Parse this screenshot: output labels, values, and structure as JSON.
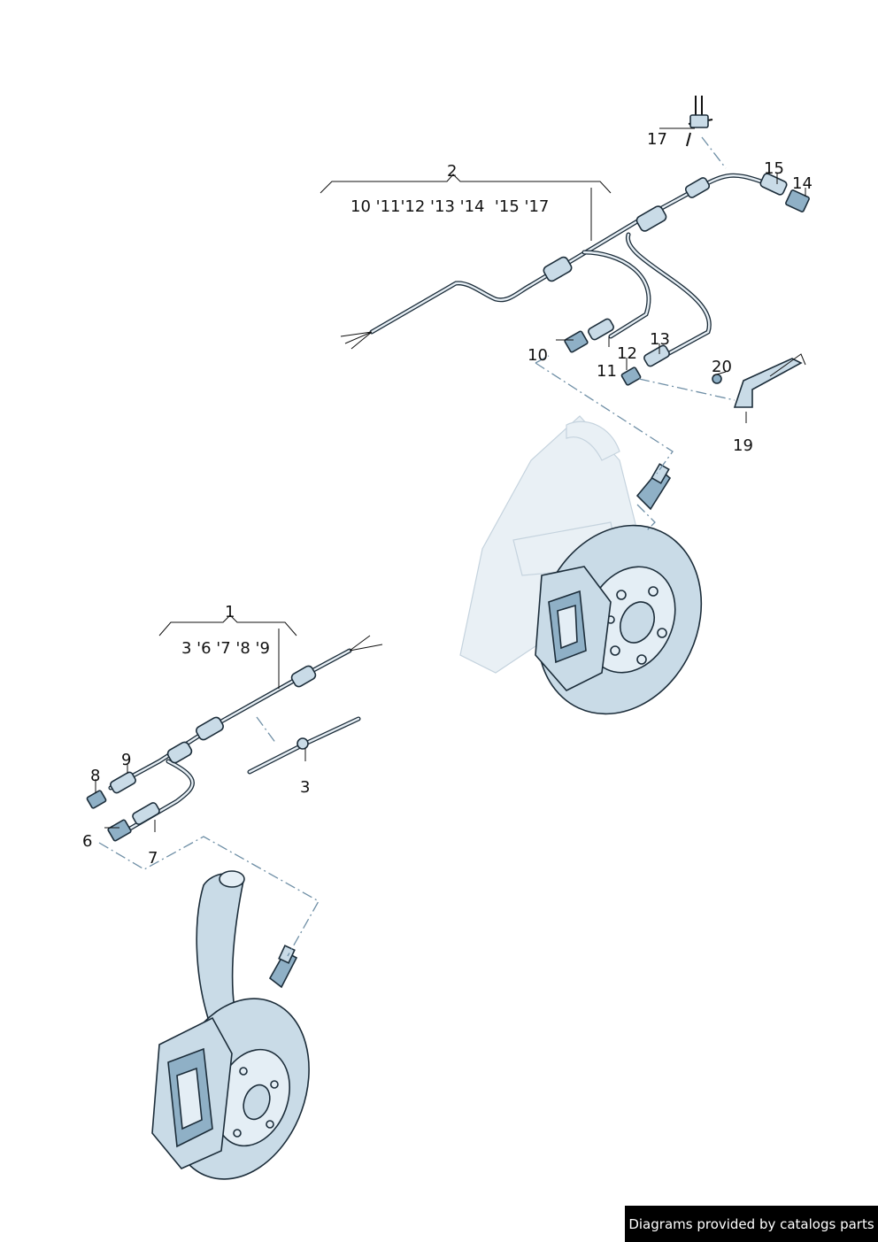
{
  "diagram": {
    "callouts": {
      "c1": "1",
      "c2": "2",
      "c3": "3",
      "c6": "6",
      "c7": "7",
      "c8": "8",
      "c9": "9",
      "c10": "10",
      "c11": "11",
      "c12": "12",
      "c13": "13",
      "c14": "14",
      "c15": "15",
      "c17": "17",
      "c19": "19",
      "c20": "20"
    },
    "groups": {
      "group2_members": "10 '11'12 '13 '14  '15 '17",
      "group1_members": "3 '6 '7 '8 '9"
    }
  },
  "footer": {
    "credit": "Diagrams provided by catalogs parts"
  },
  "colors": {
    "line": "#1c2d3a",
    "fill": "#c9dbe7",
    "dashed_leader": "#6f8fa6"
  }
}
